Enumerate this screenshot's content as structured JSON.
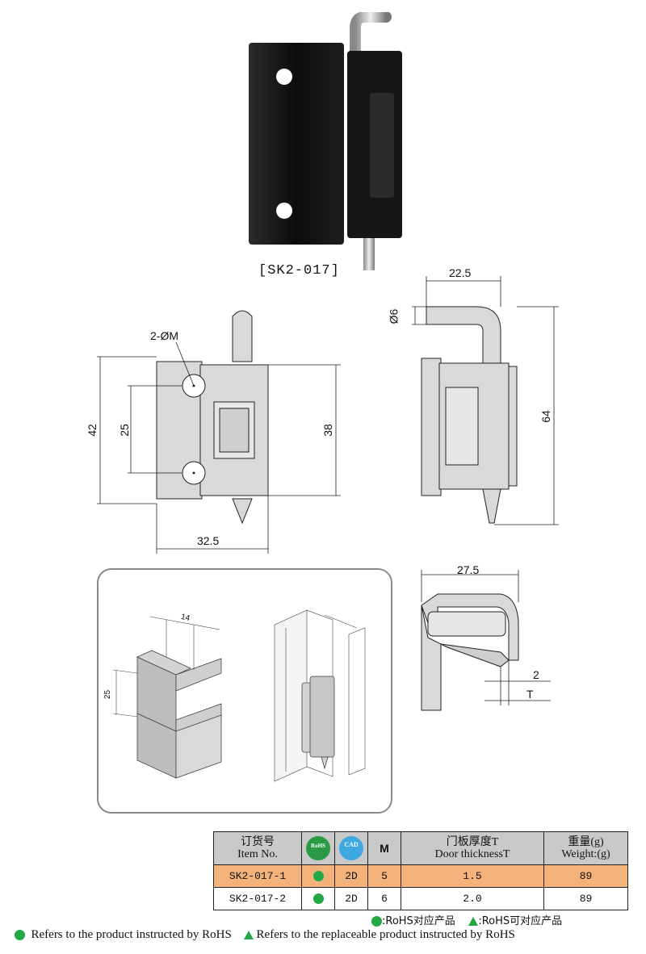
{
  "caption": "[SK2-017]",
  "front_view": {
    "hole_label": "2-ØM",
    "dim_height": "42",
    "dim_pitch": "25",
    "dim_leaf": "38",
    "dim_width": "32.5"
  },
  "side_view": {
    "dim_top": "22.5",
    "dim_pin": "Ø6",
    "dim_height": "64"
  },
  "top_view": {
    "dim_width": "27.5",
    "dim_gap": "2",
    "dim_t": "T"
  },
  "cutout": {
    "dim_14": "14",
    "dim_25": "25"
  },
  "table": {
    "headers": {
      "item_cn": "订货号",
      "item_en": "Item No.",
      "rohs": "RoHS",
      "cad": "CAD",
      "m": "M",
      "door_cn": "门板厚度T",
      "door_en": "Door thicknessT",
      "weight_cn": "重量(g)",
      "weight_en": "Weight:(g)"
    },
    "rows": [
      {
        "item": "SK2-017-1",
        "cad": "2D",
        "m": "5",
        "t": "1.5",
        "weight": "89"
      },
      {
        "item": "SK2-017-2",
        "cad": "2D",
        "m": "6",
        "t": "2.0",
        "weight": "89"
      }
    ]
  },
  "legend": {
    "cn_rohs": ":RoHS对应产品",
    "cn_replace": ":RoHS可对应产品",
    "en_rohs": "Refers to the product instructed by RoHS",
    "en_replace": "Refers to the replaceable product instructed by RoHS"
  },
  "colors": {
    "rohs_green": "#22a845",
    "row_highlight": "#f2b27a",
    "header_grey": "#c9c9c9",
    "part_grey": "#d9d9d9"
  }
}
